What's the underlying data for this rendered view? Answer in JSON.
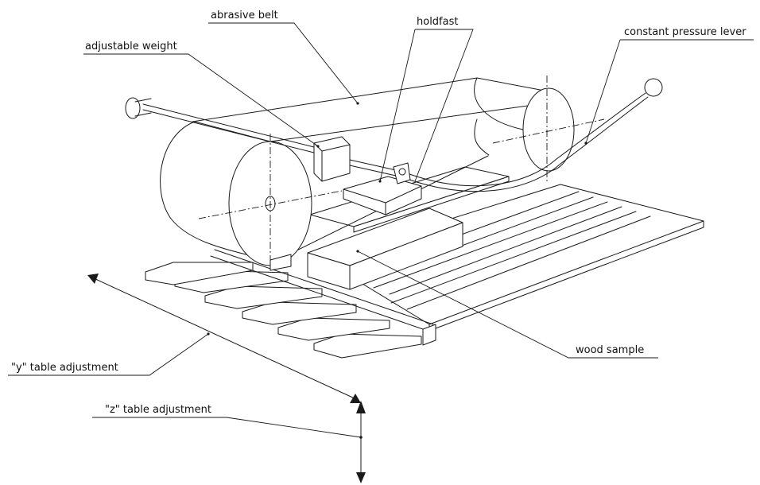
{
  "labels": {
    "abrasive_belt": "abrasive belt",
    "holdfast": "holdfast",
    "adjustable_weight": "adjustable weight",
    "constant_pressure_lever": "constant pressure lever",
    "wood_sample": "wood sample",
    "y_table_adjustment": "\"y\" table adjustment",
    "z_table_adjustment": "\"z\" table adjustment"
  },
  "colors": {
    "line": "#1a1a1a",
    "background": "#ffffff"
  }
}
